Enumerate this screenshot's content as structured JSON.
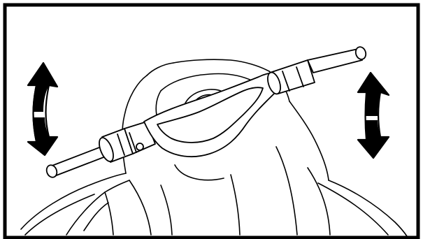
{
  "illustration": {
    "subject": "handlebar-tilt-adjustment",
    "icons": [
      "up-down-arrow-left",
      "up-down-arrow-right"
    ],
    "colors": {
      "line": "#000000",
      "background": "#ffffff"
    }
  }
}
